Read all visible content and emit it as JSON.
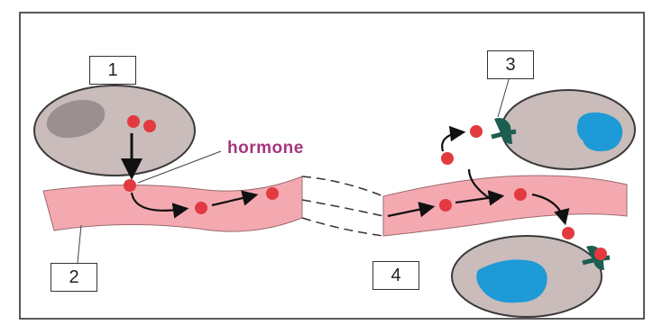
{
  "labels": {
    "hormone": "hormone"
  },
  "step_boxes": [
    "1",
    "2",
    "3",
    "4"
  ],
  "colors": {
    "cell_body": "#c9bcba",
    "cell_outline": "#3a3a3a",
    "nucleus_source": "#9c8f8f",
    "nucleus_target": "#1e9ad6",
    "hormone": "#e23a40",
    "receptor": "#1c5e4f",
    "blood_vessel": "#f4a9b1",
    "label_text": "#a6357f"
  },
  "icons": [
    "hormone-molecule",
    "receptor-icon",
    "arrow-icon"
  ]
}
